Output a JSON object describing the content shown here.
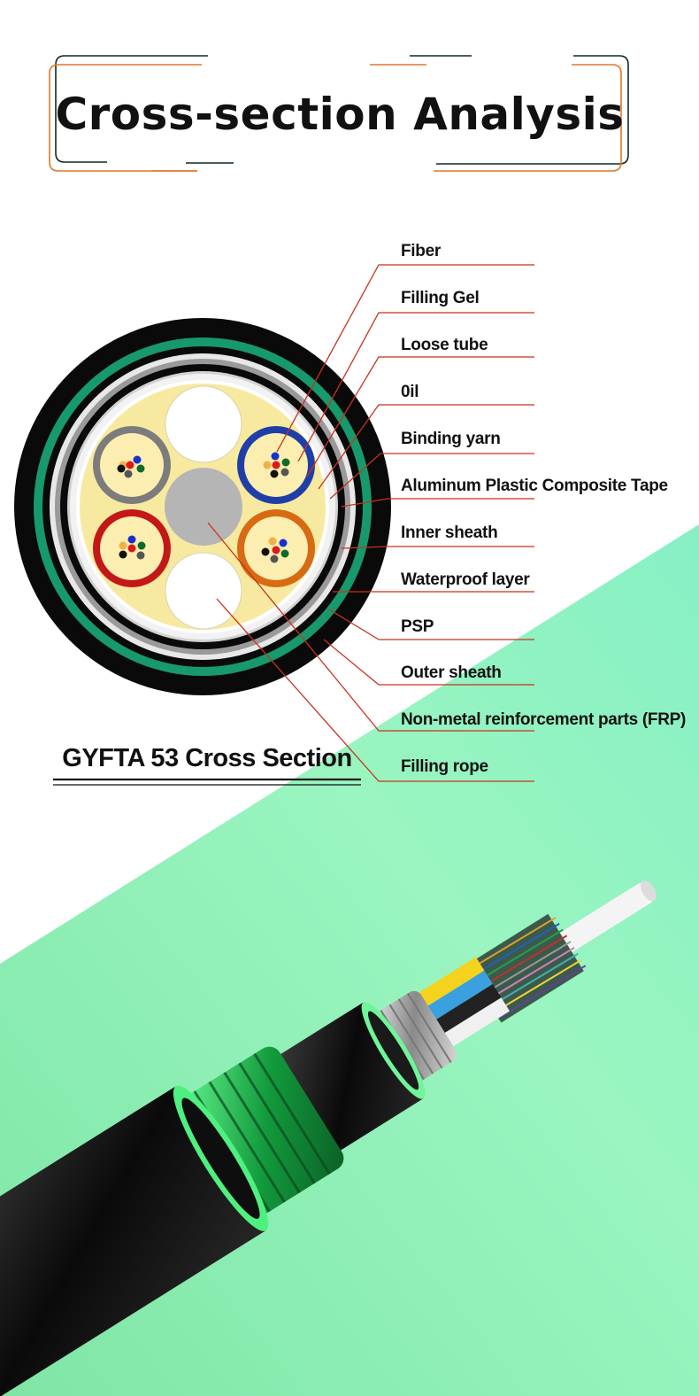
{
  "header": {
    "title": "Cross-section Analysis"
  },
  "diagram": {
    "caption": "GYFTA 53 Cross Section",
    "labels": [
      "Fiber",
      "Filling Gel",
      "Loose tube",
      "0il",
      "Binding yarn",
      "Aluminum Plastic Composite Tape",
      "Inner sheath",
      "Waterproof layer",
      "PSP",
      "Outer sheath",
      "Non-metal reinforcement parts (FRP)",
      "Filling rope"
    ]
  },
  "colors": {
    "accent": "#e2762b",
    "frame_dark": "#0f2a24",
    "leader_line": "#c8321c",
    "background_green": "#8ff2b4",
    "sheath_green": "#17996b",
    "gel_yellow": "#f7eaa0"
  }
}
